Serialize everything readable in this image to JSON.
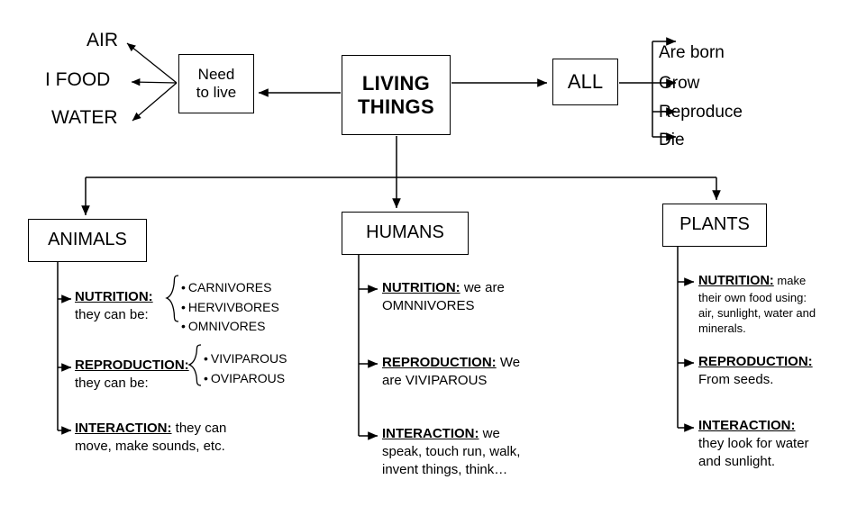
{
  "diagram": {
    "title": "LIVING THINGS concept map",
    "nodes": {
      "need_to_live": "Need\nto live",
      "need_to_live_line1": "Need",
      "need_to_live_line2": "to live",
      "living_things_line1": "LIVING",
      "living_things_line2": "THINGS",
      "all": "ALL",
      "animals": "ANIMALS",
      "humans": "HUMANS",
      "plants": "PLANTS"
    },
    "needs": [
      {
        "label": "AIR"
      },
      {
        "label": "I FOOD"
      },
      {
        "label": "WATER"
      }
    ],
    "all_traits": [
      {
        "label": "Are born"
      },
      {
        "label": "Grow"
      },
      {
        "label": "Reproduce"
      },
      {
        "label": "Die"
      }
    ],
    "animals": {
      "nutrition": {
        "heading": "NUTRITION:",
        "body": "they can be:",
        "items": [
          "CARNIVORES",
          "HERVIVBORES",
          "OMNIVORES"
        ]
      },
      "reproduction": {
        "heading": "REPRODUCTION:",
        "body": "they can be:",
        "items": [
          "VIVIPAROUS",
          "OVIPAROUS"
        ]
      },
      "interaction": {
        "heading": "INTERACTION:",
        "body": "they can move, make sounds, etc."
      }
    },
    "humans": {
      "nutrition": {
        "heading": "NUTRITION:",
        "body": "we are OMNNIVORES"
      },
      "reproduction": {
        "heading": "REPRODUCTION:",
        "body": "We are VIVIPAROUS"
      },
      "interaction": {
        "heading": "INTERACTION:",
        "body": "we speak, touch run, walk, invent things, think…"
      }
    },
    "plants": {
      "nutrition": {
        "heading": "NUTRITION:",
        "body": "make their own food using: air, sunlight, water and minerals."
      },
      "reproduction": {
        "heading": "REPRODUCTION:",
        "body": "From seeds."
      },
      "interaction": {
        "heading": "INTERACTION:",
        "body": "they look for water and sunlight."
      }
    },
    "colors": {
      "stroke": "#000000",
      "background": "#ffffff",
      "text": "#000000"
    }
  }
}
